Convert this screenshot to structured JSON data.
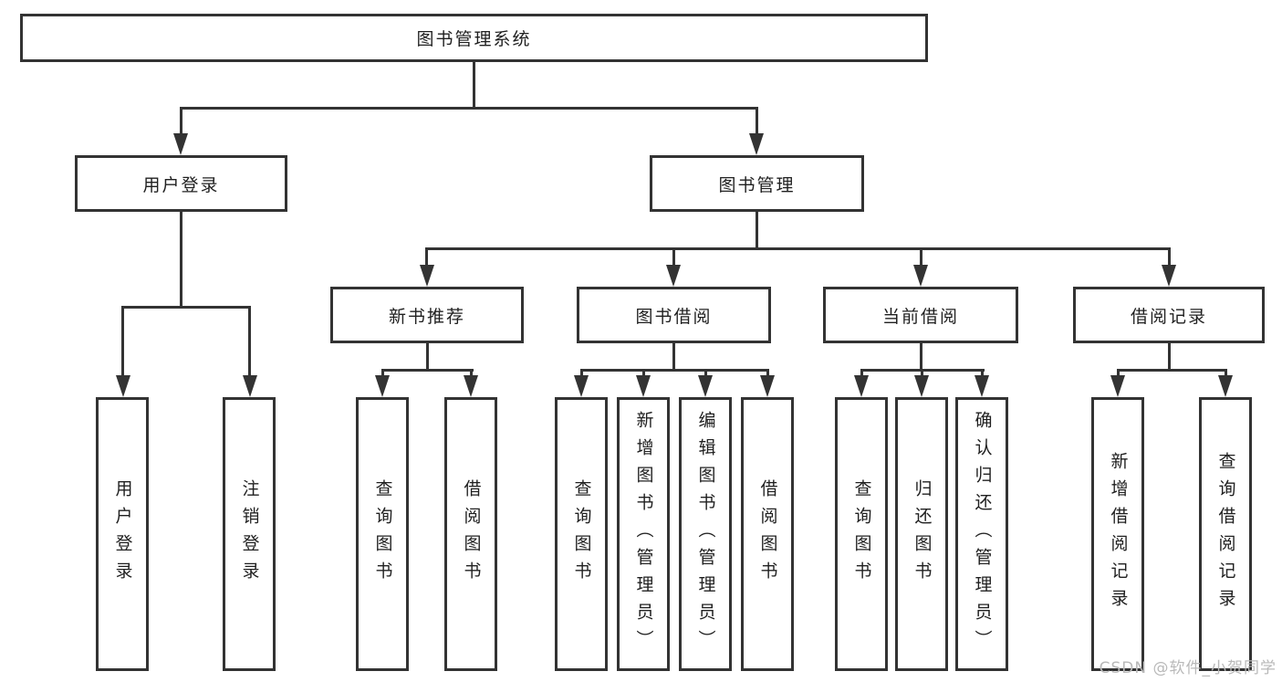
{
  "diagram": {
    "root": {
      "label": "图书管理系统"
    },
    "login_branch": {
      "label": "用户登录",
      "children": [
        {
          "label": "用户登录"
        },
        {
          "label": "注销登录"
        }
      ]
    },
    "mgmt_branch": {
      "label": "图书管理",
      "sections": [
        {
          "label": "新书推荐",
          "children": [
            {
              "label": "查询图书"
            },
            {
              "label": "借阅图书"
            }
          ]
        },
        {
          "label": "图书借阅",
          "children": [
            {
              "label": "查询图书"
            },
            {
              "label": "新增图书（管理员）"
            },
            {
              "label": "编辑图书（管理员）"
            },
            {
              "label": "借阅图书"
            }
          ]
        },
        {
          "label": "当前借阅",
          "children": [
            {
              "label": "查询图书"
            },
            {
              "label": "归还图书"
            },
            {
              "label": "确认归还（管理员）"
            }
          ]
        },
        {
          "label": "借阅记录",
          "children": [
            {
              "label": "新增借阅记录"
            },
            {
              "label": "查询借阅记录"
            }
          ]
        }
      ]
    }
  },
  "watermark": {
    "text": "CSDN @软件_小贺同学"
  },
  "colors": {
    "line": "#333333",
    "text": "#1f1f1f",
    "watermark": "#b9b9b9",
    "background": "#ffffff"
  }
}
